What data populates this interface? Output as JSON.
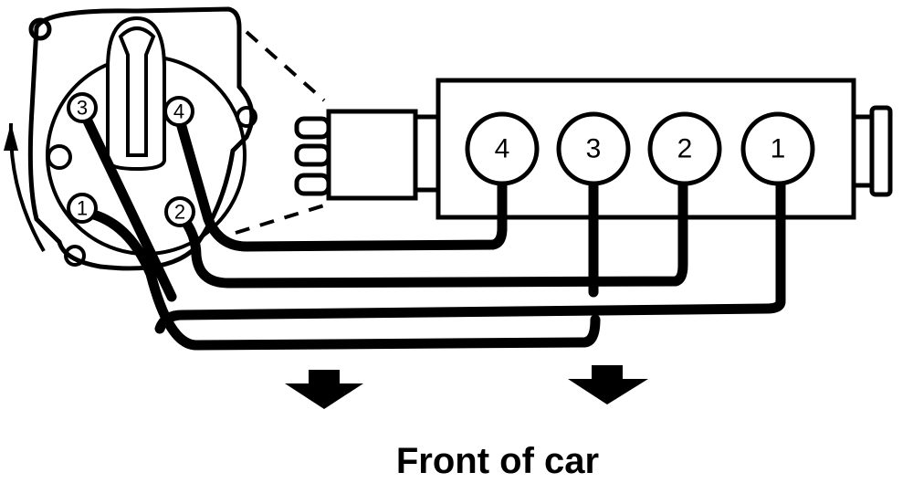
{
  "distributor": {
    "terminals": [
      "3",
      "4",
      "1",
      "2"
    ]
  },
  "engine": {
    "cylinders": [
      "4",
      "3",
      "2",
      "1"
    ]
  },
  "caption": "Front of car",
  "colors": {
    "ink": "#000000",
    "background": "#ffffff"
  }
}
